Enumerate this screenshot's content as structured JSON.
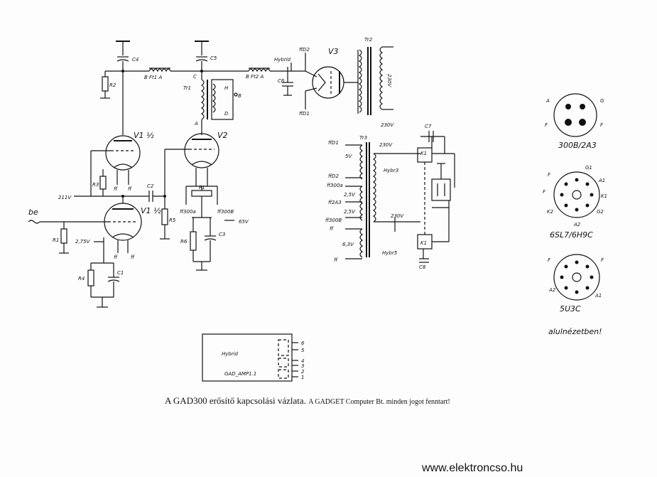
{
  "caption": {
    "title": "A GAD300 erősítő kapcsolási vázlata.",
    "rights": "A GADGET Computer Bt. minden jogot fenntart!"
  },
  "website": "www.elektroncso.hu",
  "labels": {
    "c4": "C4",
    "c5": "C5",
    "c6": "C6",
    "c7": "C7",
    "c8": "C8",
    "bft1": "B Ft1 A",
    "bft2": "B Ft2 A",
    "hybrid": "Hybrid",
    "r2": "R2",
    "tr1": "Tr1",
    "tr2": "Tr2",
    "tr3": "Tr3",
    "v1a": "V1 ½",
    "v1b": "V1 ½",
    "v2": "V2",
    "v3": "V3",
    "ffd2_top": "ffD2",
    "ffd1_v3": "ffD1",
    "v230_tr2": "230V",
    "v230_tr2b": "230V",
    "h": "H",
    "d": "D",
    "a_tr1": "A",
    "c_tr1": "C",
    "b_tr1": "B",
    "r3": "R3",
    "c2": "C2",
    "v211": "211V",
    "be": "be",
    "r1": "R1",
    "v275": "2,75V",
    "r4": "R4",
    "c1": "C1",
    "ff": "ff",
    "r5": "R5",
    "p1": "P1",
    "ff300a": "ff300a",
    "ff300b": "ff300B",
    "v65": "65V",
    "r6": "R6",
    "c3": "C3",
    "tr3_ffd1": "ffD1",
    "tr3_5v": "5V",
    "tr3_ffd2": "ffD2",
    "tr3_ff300a": "ff300a",
    "tr3_25v": "2,5V",
    "tr3_ff2a3": "ff2A3",
    "tr3_25v2": "2,5V",
    "tr3_ff300b": "ff300B",
    "tr3_ff": "ff",
    "tr3_63v": "6,3V",
    "tr3_ff2": "ff",
    "k1_top": "K1",
    "k1_bot": "K1",
    "v230_a": "230V",
    "v230_b": "230V",
    "hybr3": "Hybr3",
    "hybr5": "Hybr5",
    "tube1_name": "300B/2A3",
    "tube1_a": "A",
    "tube1_g": "G",
    "tube1_f1": "F",
    "tube1_f2": "F",
    "tube2_name": "6SL7/6H9C",
    "tube2_f1": "F",
    "tube2_f2": "F",
    "tube2_g1": "G1",
    "tube2_a1": "A1",
    "tube2_k1": "K1",
    "tube2_k2": "K2",
    "tube2_g2": "G2",
    "tube2_a2": "A2",
    "tube3_name": "5U3C",
    "tube3_f1": "F",
    "tube3_f2": "F",
    "tube3_a2": "A2",
    "tube3_a1": "A1",
    "bottom_view": "alulnézetben!",
    "board_hybrid": "Hybrid",
    "board_name": "GAD_AMP1.1",
    "board_pins": [
      "6",
      "5",
      "4",
      "3",
      "2",
      "1"
    ]
  }
}
